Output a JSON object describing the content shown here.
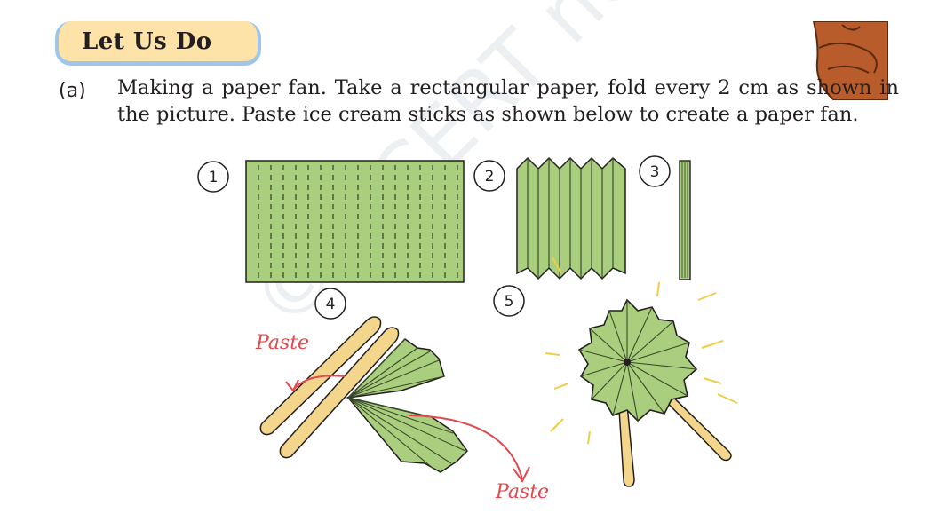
{
  "section": {
    "title": "Let Us Do"
  },
  "activity": {
    "marker": "(a)",
    "text": "Making a paper fan. Take a rectangular paper, fold every 2 cm as shown in the picture. Paste ice cream sticks as shown below to create a paper fan."
  },
  "figure": {
    "steps": [
      "1",
      "2",
      "3",
      "4",
      "5"
    ],
    "paste_labels": [
      "Paste",
      "Paste"
    ]
  },
  "watermark": "© NCERT not to be republished",
  "colors": {
    "badge_fill": "#fde3a8",
    "badge_border": "#9fc6ea",
    "paper_green": "#a9cf7e",
    "stick_yellow": "#f3d68c",
    "annotation_red": "#e04a4e",
    "mascot_brown": "#b85c2b"
  }
}
